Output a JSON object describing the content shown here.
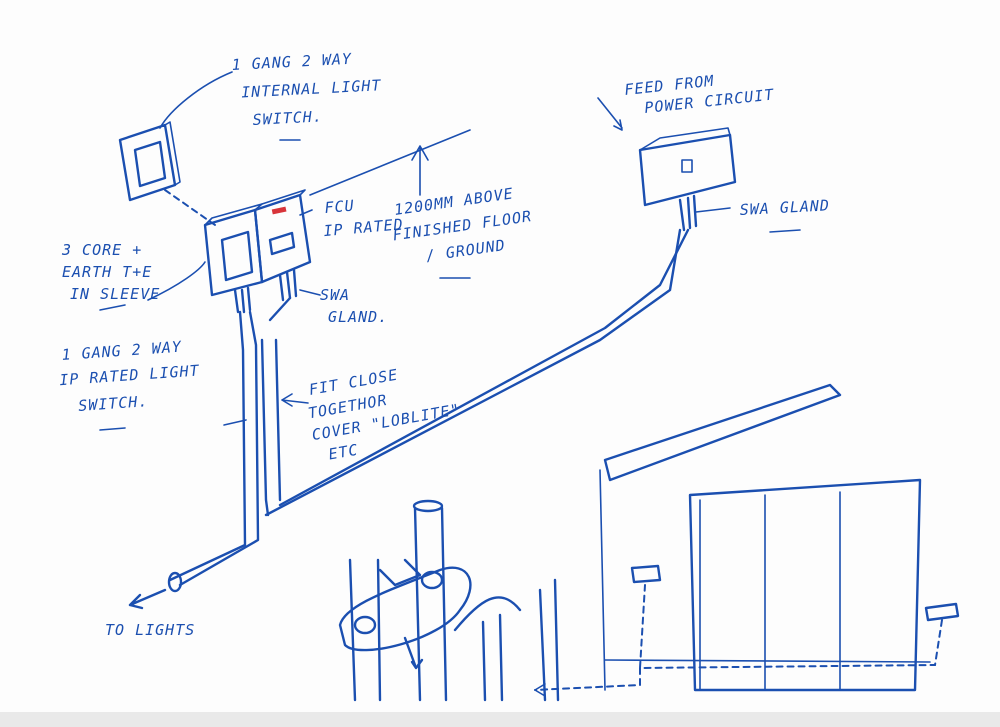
{
  "labels": {
    "internal_switch": [
      "1 GANG 2 WAY",
      "INTERNAL LIGHT",
      "SWITCH."
    ],
    "feed": [
      "FEED FROM",
      "POWER CIRCUIT"
    ],
    "fcu": [
      "FCU",
      "IP RATED"
    ],
    "height": [
      "1200MM ABOVE",
      "FINISHED FLOOR",
      "/ GROUND"
    ],
    "swa_gland_right": [
      "SWA GLAND"
    ],
    "three_core": [
      "3 CORE +",
      "EARTH T+E",
      "IN SLEEVE"
    ],
    "swa_gland_left": [
      "SWA",
      "GLAND."
    ],
    "ip_switch": [
      "1 GANG 2 WAY",
      "IP RATED LIGHT",
      "SWITCH."
    ],
    "clip": [
      "FIT CLOSE",
      "TOGETHOR",
      "COVER \"LOBLITE\"",
      "ETC"
    ],
    "to_lights": [
      "TO LIGHTS"
    ]
  },
  "colors": {
    "ink": "#1b4fb0",
    "indicator": "#d8343a",
    "paper": "#fdfdfd"
  }
}
